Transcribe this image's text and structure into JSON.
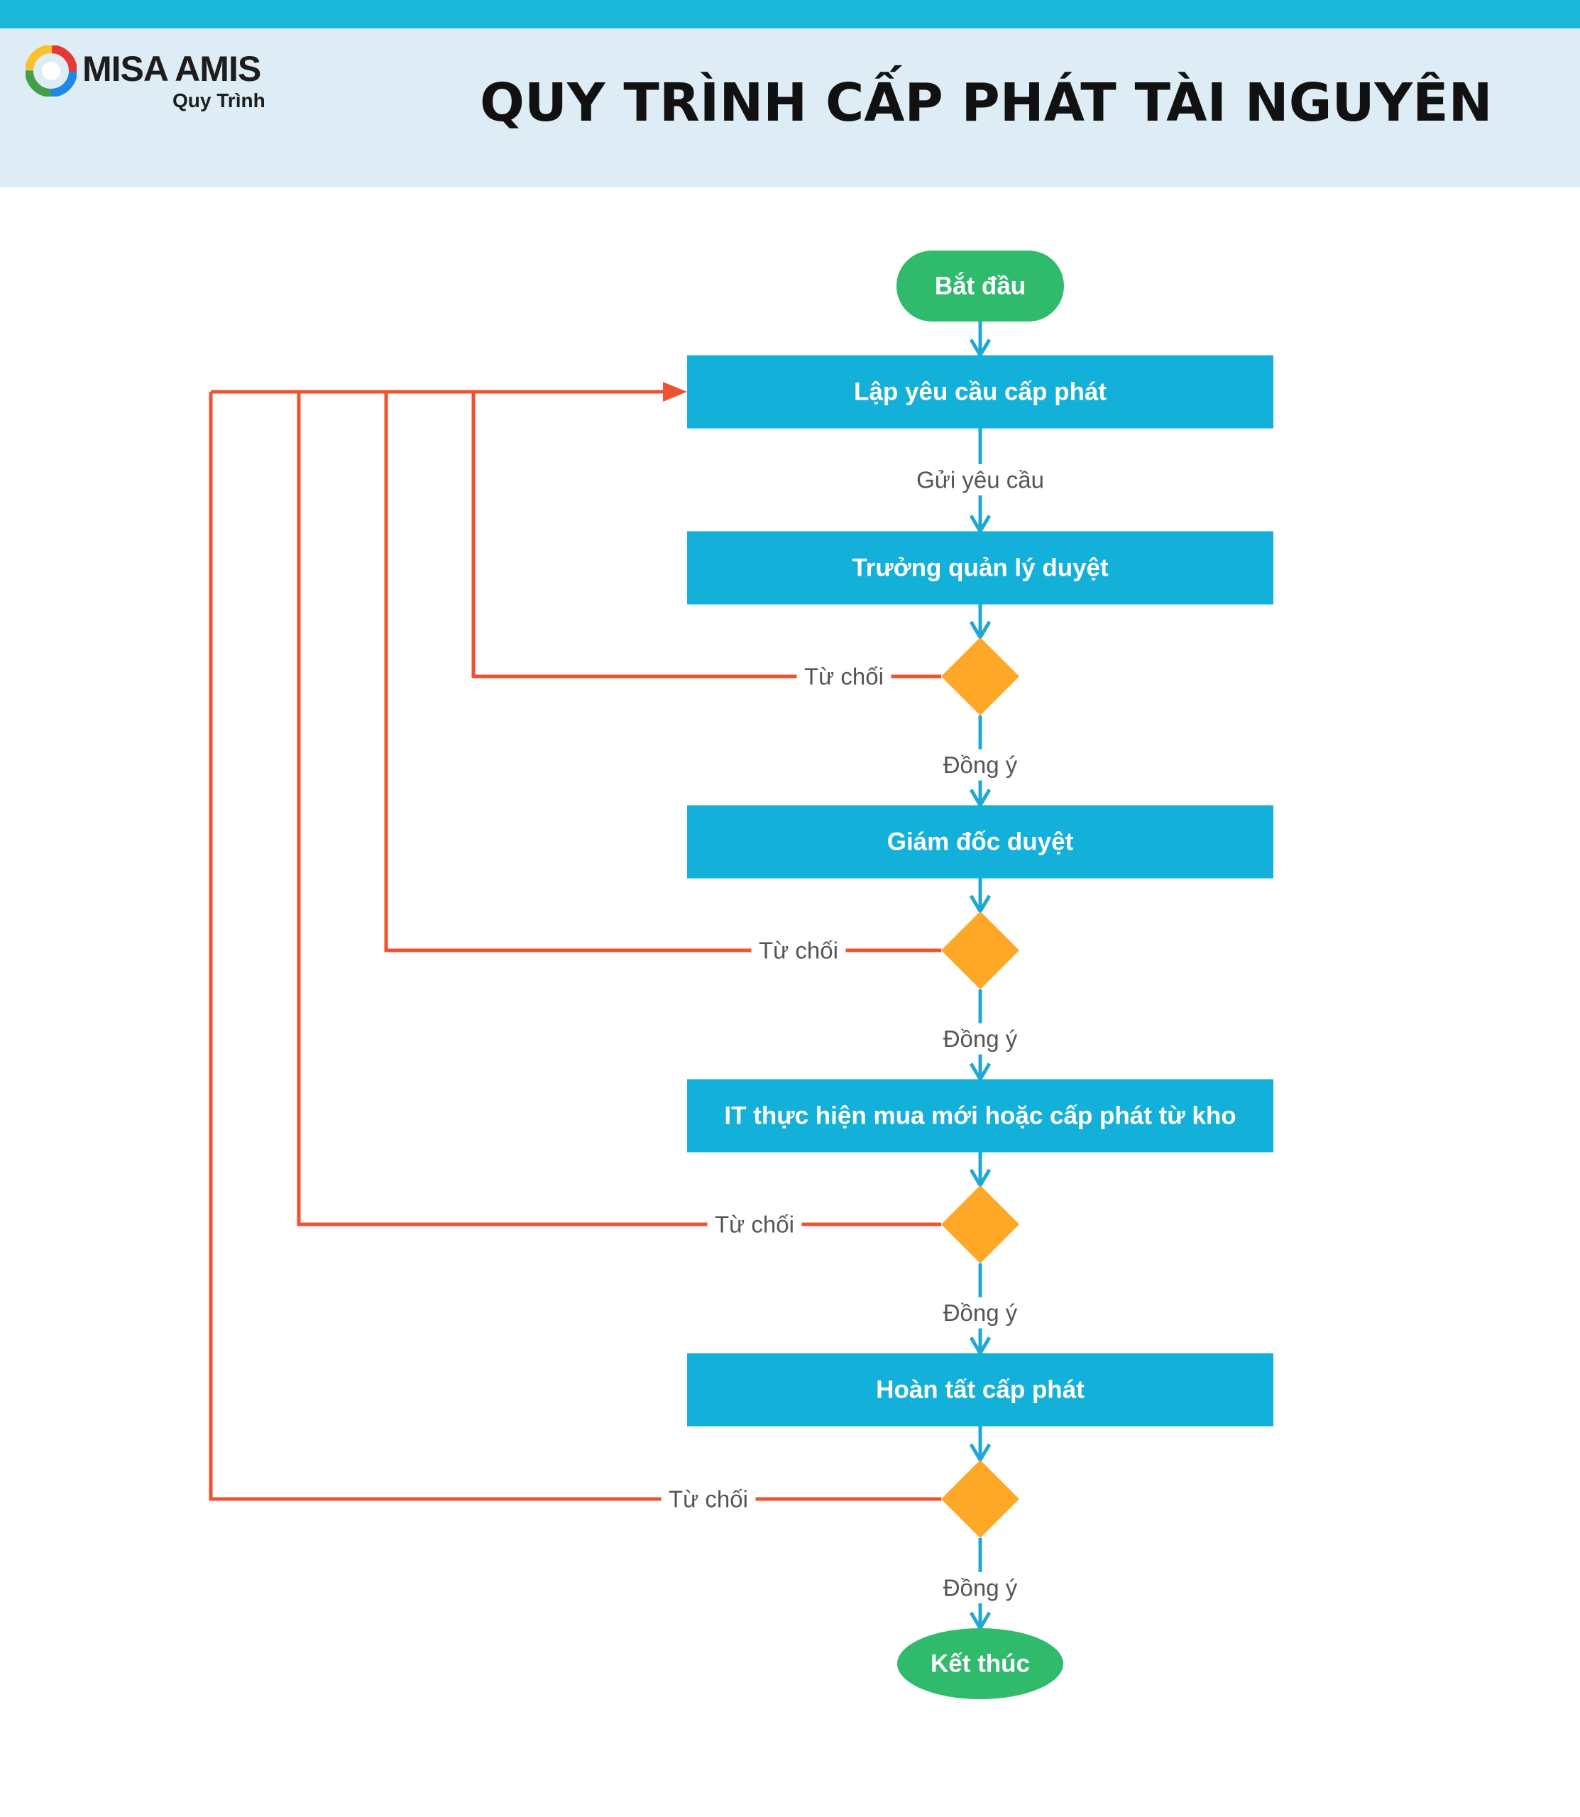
{
  "header": {
    "brand": "MISA AMIS",
    "brand_sub": "Quy Trình",
    "title": "QUY TRÌNH CẤP PHÁT TÀI NGUYÊN"
  },
  "colors": {
    "top_strip": "#1cb8d9",
    "header_bg": "#deedf5",
    "process": "#13b0da",
    "terminal": "#2fba6c",
    "decision": "#ffa726",
    "flow_line": "#1fa8d6",
    "reject_line": "#ef5230"
  },
  "flow": {
    "start": "Bắt đầu",
    "steps": [
      "Lập yêu cầu cấp phát",
      "Trưởng quản lý duyệt",
      "Giám đốc duyệt",
      "IT thực hiện mua mới hoặc cấp phát từ kho",
      "Hoàn tất cấp phát"
    ],
    "send_label": "Gửi yêu cầu",
    "decisions": [
      {
        "approve": "Đồng ý",
        "reject": "Từ chối"
      },
      {
        "approve": "Đồng ý",
        "reject": "Từ chối"
      },
      {
        "approve": "Đồng ý",
        "reject": "Từ chối"
      },
      {
        "approve": "Đồng ý",
        "reject": "Từ chối"
      }
    ],
    "end": "Kết thúc"
  }
}
